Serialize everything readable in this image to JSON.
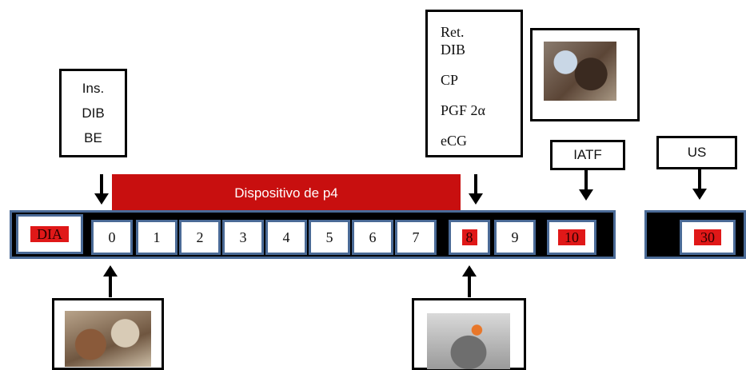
{
  "ins_box": {
    "lines": [
      "Ins.",
      "DIB",
      "BE"
    ]
  },
  "ret_box": {
    "lines": [
      "Ret.",
      "DIB",
      "CP",
      "PGF 2α",
      "eCG"
    ]
  },
  "iatf_label": "IATF",
  "us_label": "US",
  "device_bar": "Dispositivo de p4",
  "timeline": {
    "header": "DIA",
    "days": [
      "0",
      "1",
      "2",
      "3",
      "4",
      "5",
      "6",
      "7",
      "8",
      "9",
      "10"
    ],
    "extra_day": "30"
  },
  "colors": {
    "bar_red": "#c80f0f",
    "highlight_red": "#e01818",
    "timeline_border": "#4a6a96"
  }
}
